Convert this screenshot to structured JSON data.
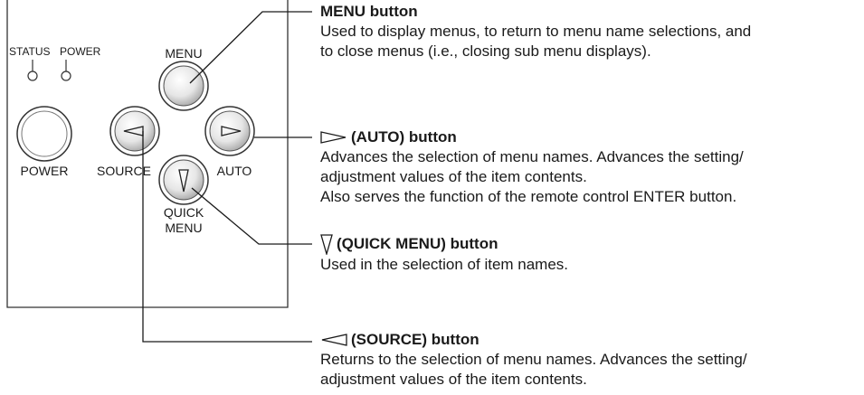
{
  "panel": {
    "indicators": {
      "status": "STATUS",
      "power": "POWER"
    },
    "buttons": {
      "power": "POWER",
      "menu": "MENU",
      "source": "SOURCE",
      "auto": "AUTO",
      "quick_menu_line1": "QUICK",
      "quick_menu_line2": "MENU"
    }
  },
  "callouts": {
    "menu": {
      "title": "MENU button",
      "lines": [
        "Used to display menus, to return to menu name selections, and",
        "to close menus (i.e., closing sub menu displays)."
      ]
    },
    "auto": {
      "icon": "right-triangle-icon",
      "title": "(AUTO) button",
      "lines": [
        "Advances the selection of menu names. Advances the setting/",
        "adjustment values of the item contents.",
        "Also serves the function of the remote control ENTER button."
      ]
    },
    "quick_menu": {
      "icon": "down-triangle-icon",
      "title": "(QUICK MENU) button",
      "lines": [
        "Used in the selection of item names."
      ]
    },
    "source": {
      "icon": "left-triangle-icon",
      "title": "(SOURCE) button",
      "lines": [
        "Returns to the selection of menu names. Advances the setting/",
        "adjustment values of the item contents."
      ]
    }
  }
}
